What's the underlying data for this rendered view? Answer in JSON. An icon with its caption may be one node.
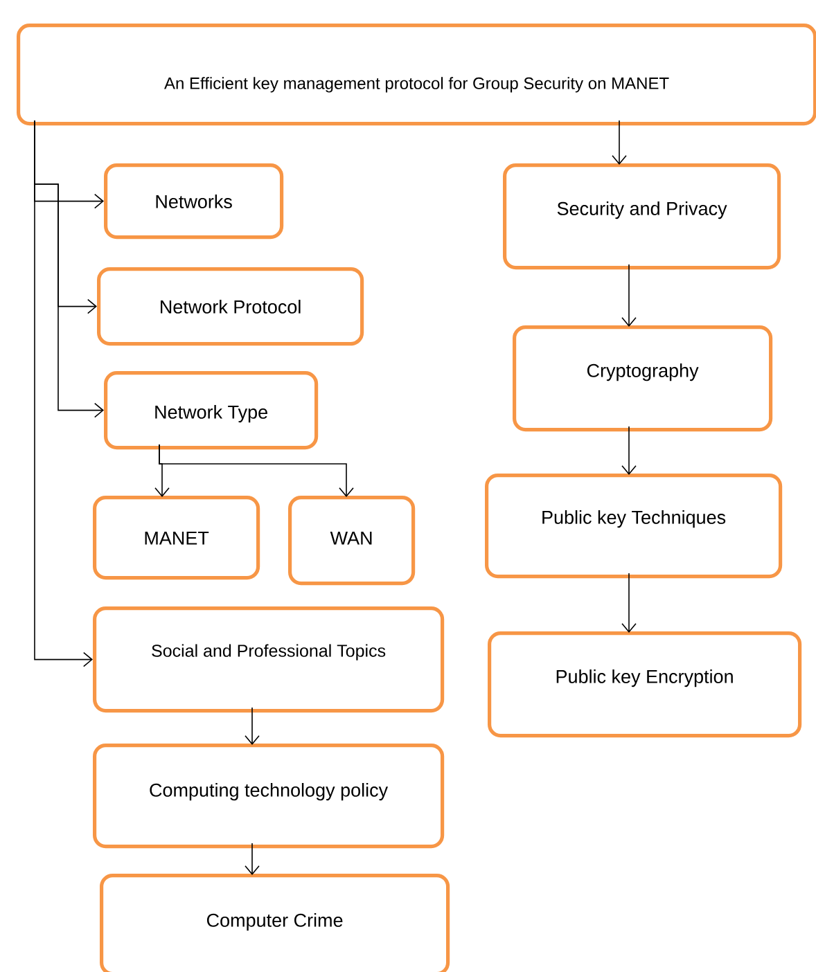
{
  "diagram": {
    "nodes": [
      {
        "text": [
          "An Efficient key management protocol for Group Security on MANET"
        ]
      },
      {
        "text": [
          "Networks"
        ]
      },
      {
        "text": [
          "Network Protocol"
        ]
      },
      {
        "text": [
          "Network Type"
        ]
      },
      {
        "text": [
          "MANET"
        ]
      },
      {
        "text": [
          "WAN"
        ]
      },
      {
        "text": [
          "Social and Professional Topics"
        ]
      },
      {
        "text": [
          "Computing technology policy"
        ]
      },
      {
        "text": [
          "Computer Crime"
        ]
      },
      {
        "text": [
          "Security and Privacy"
        ]
      },
      {
        "text": [
          "Cryptography"
        ]
      },
      {
        "text": [
          "Public key Techniques"
        ]
      },
      {
        "text": [
          "Public key Encryption"
        ]
      }
    ],
    "edges": [
      {
        "from": 0,
        "to": 1,
        "arrow": "to"
      },
      {
        "from": 0,
        "to": 2,
        "arrow": "to"
      },
      {
        "from": 0,
        "to": 3,
        "arrow": "to"
      },
      {
        "from": 0,
        "to": 6,
        "arrow": "to"
      },
      {
        "from": 3,
        "to": 4,
        "arrow": "to"
      },
      {
        "from": 3,
        "to": 5,
        "arrow": "to"
      },
      {
        "from": 6,
        "to": 7,
        "arrow": "to"
      },
      {
        "from": 7,
        "to": 8,
        "arrow": "to"
      },
      {
        "from": 0,
        "to": 9,
        "arrow": "to"
      },
      {
        "from": 9,
        "to": 10,
        "arrow": "to"
      },
      {
        "from": 10,
        "to": 11,
        "arrow": "to"
      },
      {
        "from": 11,
        "to": 12,
        "arrow": "to"
      }
    ]
  }
}
